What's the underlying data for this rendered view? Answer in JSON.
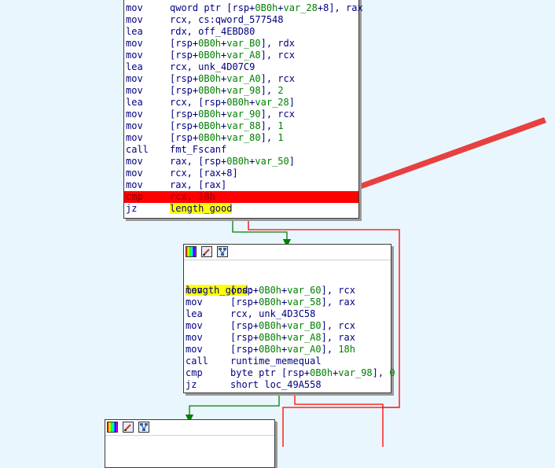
{
  "block1": {
    "lines": [
      {
        "mn": "mov",
        "op": "qword ptr [rsp+0B0h+var_28+8], rax"
      },
      {
        "mn": "mov",
        "op": "rcx, cs:qword_577548"
      },
      {
        "mn": "lea",
        "op": "rdx, off_4EBD80"
      },
      {
        "mn": "mov",
        "op": "[rsp+0B0h+var_B0], rdx"
      },
      {
        "mn": "mov",
        "op": "[rsp+0B0h+var_A8], rcx"
      },
      {
        "mn": "lea",
        "op": "rcx, unk_4D07C9"
      },
      {
        "mn": "mov",
        "op": "[rsp+0B0h+var_A0], rcx"
      },
      {
        "mn": "mov",
        "op": "[rsp+0B0h+var_98], 2"
      },
      {
        "mn": "lea",
        "op": "rcx, [rsp+0B0h+var_28]"
      },
      {
        "mn": "mov",
        "op": "[rsp+0B0h+var_90], rcx"
      },
      {
        "mn": "mov",
        "op": "[rsp+0B0h+var_88], 1"
      },
      {
        "mn": "mov",
        "op": "[rsp+0B0h+var_80], 1"
      },
      {
        "mn": "call",
        "op": "fmt_Fscanf"
      },
      {
        "mn": "mov",
        "op": "rax, [rsp+0B0h+var_50]"
      },
      {
        "mn": "mov",
        "op": "rcx, [rax+8]"
      },
      {
        "mn": "mov",
        "op": "rax, [rax]"
      },
      {
        "mn": "cmp",
        "op": "rcx, 18h"
      },
      {
        "mn": "jz",
        "op": "length_good"
      }
    ]
  },
  "block2": {
    "label": "length_good",
    "lines": [
      {
        "mn": "mov",
        "op": "[rsp+0B0h+var_60], rcx"
      },
      {
        "mn": "mov",
        "op": "[rsp+0B0h+var_58], rax"
      },
      {
        "mn": "lea",
        "op": "rcx, unk_4D3C58"
      },
      {
        "mn": "mov",
        "op": "[rsp+0B0h+var_B0], rcx"
      },
      {
        "mn": "mov",
        "op": "[rsp+0B0h+var_A8], rax"
      },
      {
        "mn": "mov",
        "op": "[rsp+0B0h+var_A0], 18h"
      },
      {
        "mn": "call",
        "op": "runtime_memequal"
      },
      {
        "mn": "cmp",
        "op": "byte ptr [rsp+0B0h+var_98], 0"
      },
      {
        "mn": "jz",
        "op": "short loc_49A558"
      }
    ]
  },
  "colors": {
    "background": "#eaf6fd",
    "highlight_row": "#ff0000",
    "label_highlight": "#ffff00",
    "edge_true": "#008000",
    "edge_false": "#ff0000",
    "arrow": "#e84040"
  },
  "icons": [
    "color-picker-icon",
    "edit-node-icon",
    "graph-view-icon"
  ]
}
